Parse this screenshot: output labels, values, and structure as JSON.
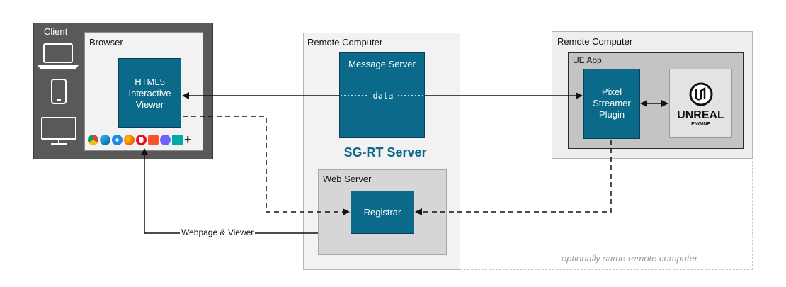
{
  "client": {
    "label": "Client"
  },
  "browser": {
    "label": "Browser"
  },
  "html5_viewer": {
    "lines": [
      "HTML5",
      "Interactive",
      "Viewer"
    ]
  },
  "remote_computer_1": {
    "label": "Remote Computer"
  },
  "message_server": {
    "label": "Message Server",
    "data_label": "data"
  },
  "sg_rt_server": {
    "label": "SG-RT Server"
  },
  "web_server": {
    "label": "Web Server"
  },
  "registrar": {
    "label": "Registrar"
  },
  "remote_computer_2": {
    "label": "Remote Computer"
  },
  "ue_app": {
    "label": "UE App"
  },
  "pixel_streamer": {
    "lines": [
      "Pixel",
      "Streamer",
      "Plugin"
    ]
  },
  "unreal_logo": {
    "line1": "UNREAL",
    "line2": "ENGINE"
  },
  "webpage_link": {
    "label": "Webpage & Viewer"
  },
  "footnote": {
    "label": "optionally same remote computer"
  },
  "colors": {
    "primary": "#0b6a8a",
    "client_bg": "#595959",
    "ue_app_bg": "#c4c4c4"
  },
  "browser_icons": [
    "chrome-icon",
    "edge-icon",
    "safari-icon",
    "firefox-icon",
    "opera-icon",
    "brave-icon",
    "vivaldi-icon",
    "silk-icon",
    "add-icon"
  ]
}
